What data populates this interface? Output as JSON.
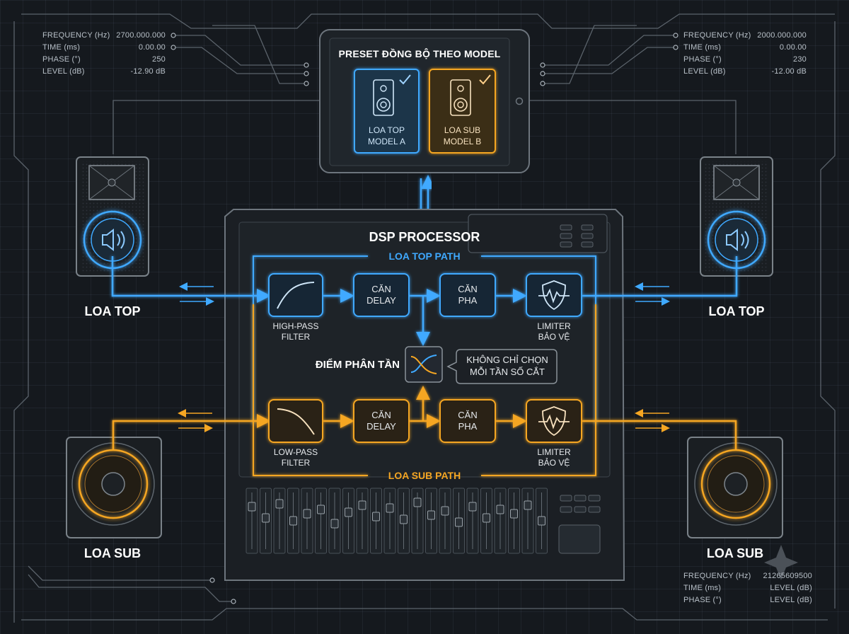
{
  "readouts": {
    "top_left": [
      {
        "label": "FREQUENCY (Hz)",
        "value": "2700.000.000"
      },
      {
        "label": "TIME (ms)",
        "value": "0.00.00"
      },
      {
        "label": "PHASE (°)",
        "value": "250"
      },
      {
        "label": "LEVEL (dB)",
        "value": "-12.90 dB"
      }
    ],
    "top_right": [
      {
        "label": "FREQUENCY (Hz)",
        "value": "2000.000.000"
      },
      {
        "label": "TIME (ms)",
        "value": "0.00.00"
      },
      {
        "label": "PHASE (°)",
        "value": "230"
      },
      {
        "label": "LEVEL (dB)",
        "value": "-12.00 dB"
      }
    ],
    "bottom_right": [
      {
        "label": "FREQUENCY (Hz)",
        "value": "21265609500"
      },
      {
        "label": "TIME (ms)",
        "value": "LEVEL (dB)"
      },
      {
        "label": "PHASE (°)",
        "value": "LEVEL (dB)"
      }
    ]
  },
  "tablet": {
    "title": "PRESET ĐỒNG BỘ THEO MODEL",
    "card_top": {
      "line1": "LOA TOP",
      "line2": "MODEL A"
    },
    "card_sub": {
      "line1": "LOA SUB",
      "line2": "MODEL B"
    }
  },
  "dsp": {
    "title": "DSP PROCESSOR",
    "top_path_label": "LOA TOP PATH",
    "sub_path_label": "LOA SUB PATH",
    "top_blocks": {
      "hpf": {
        "line1": "HIGH-PASS",
        "line2": "FILTER"
      },
      "delay": {
        "line1": "CĂN",
        "line2": "DELAY"
      },
      "phase": {
        "line1": "CĂN",
        "line2": "PHA"
      },
      "limiter": {
        "line1": "LIMITER",
        "line2": "BẢO VỆ"
      }
    },
    "sub_blocks": {
      "lpf": {
        "line1": "LOW-PASS",
        "line2": "FILTER"
      },
      "delay": {
        "line1": "CĂN",
        "line2": "DELAY"
      },
      "phase": {
        "line1": "CĂN",
        "line2": "PHA"
      },
      "limiter": {
        "line1": "LIMITER",
        "line2": "BẢO VỆ"
      }
    },
    "crossover_label": "ĐIỂM PHÂN TẦN",
    "callout": {
      "line1": "KHÔNG CHỈ CHỌN",
      "line2": "MỖI TẦN SỐ CẮT"
    }
  },
  "speakers": {
    "top_left": "LOA TOP",
    "top_right": "LOA TOP",
    "sub_left": "LOA SUB",
    "sub_right": "LOA SUB"
  },
  "colors": {
    "top_path": "#3fa9ff",
    "sub_path": "#f5a623",
    "background": "#15191e"
  }
}
